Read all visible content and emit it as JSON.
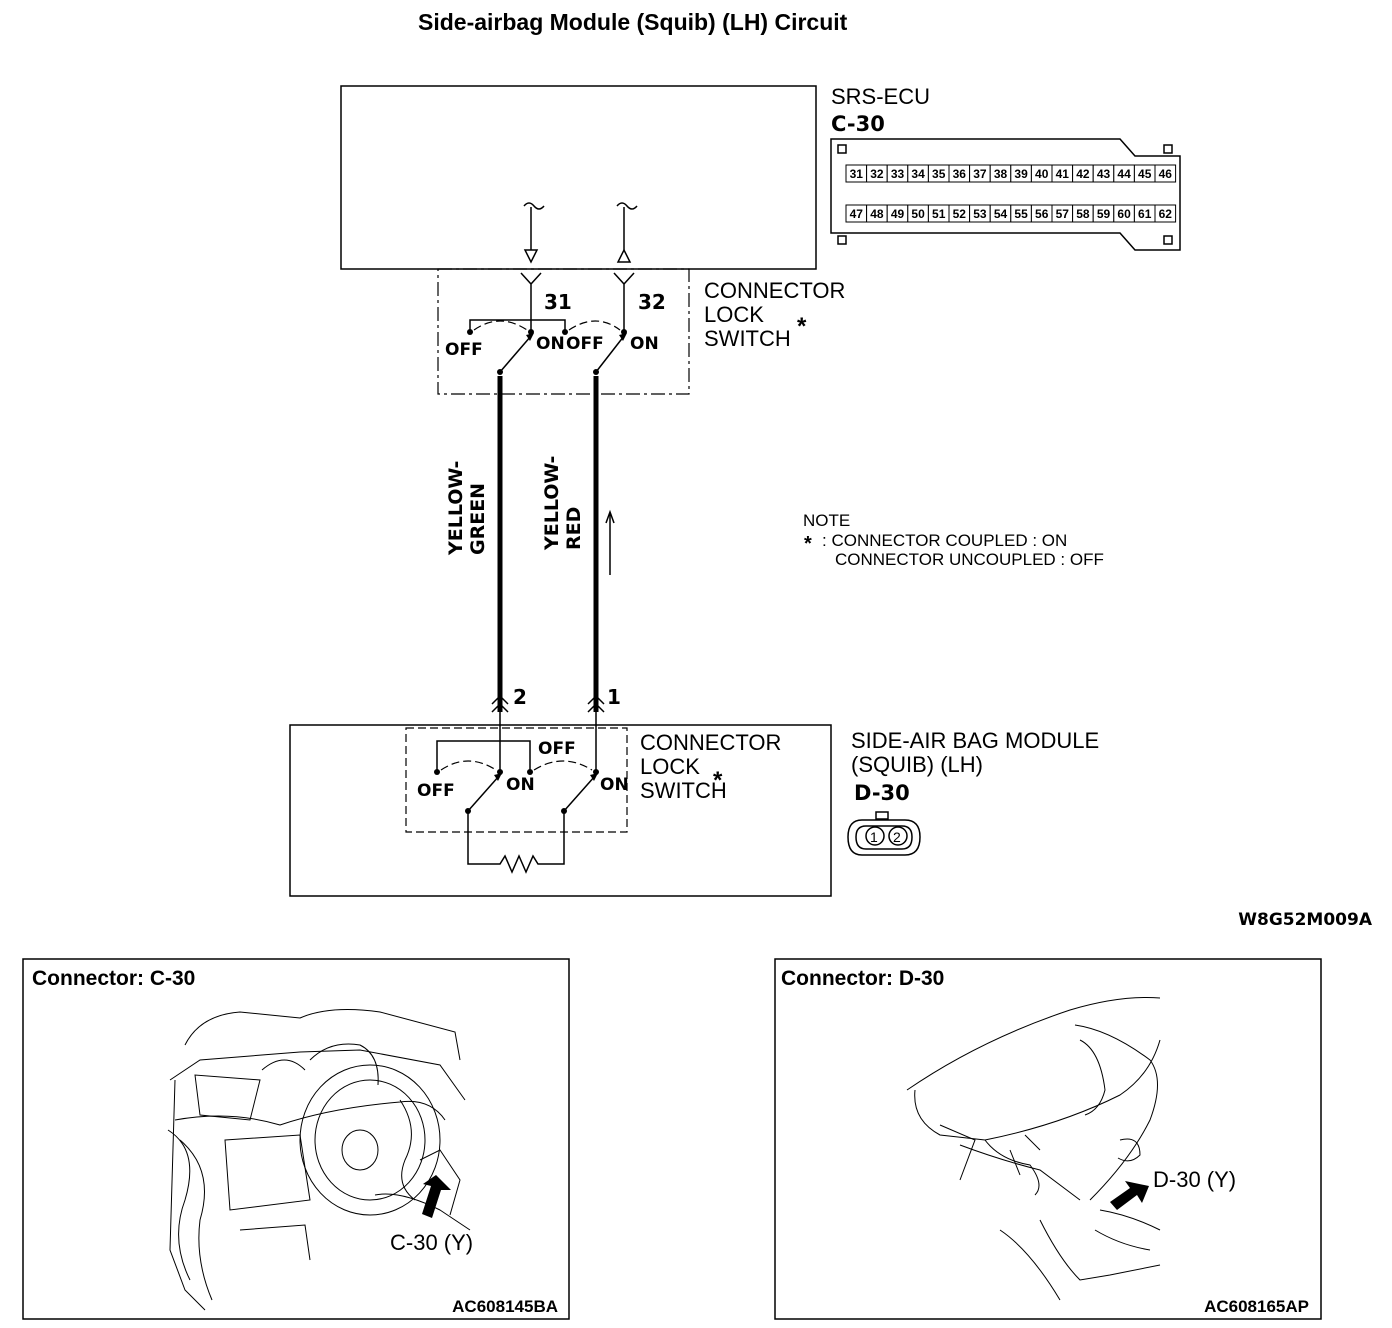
{
  "title": "Side-airbag Module (Squib) (LH) Circuit",
  "ecu": {
    "name": "SRS-ECU",
    "connector_id": "C-30",
    "pins_top": [
      "31",
      "32",
      "33",
      "34",
      "35",
      "36",
      "37",
      "38",
      "39",
      "40",
      "41",
      "42",
      "43",
      "44",
      "45",
      "46"
    ],
    "pins_bottom": [
      "47",
      "48",
      "49",
      "50",
      "51",
      "52",
      "53",
      "54",
      "55",
      "56",
      "57",
      "58",
      "59",
      "60",
      "61",
      "62"
    ],
    "terminal_a": "31",
    "terminal_b": "32"
  },
  "lock_switch": {
    "line1": "CONNECTOR",
    "line2": "LOCK",
    "line3": "SWITCH",
    "asterisk": "*",
    "off": "OFF",
    "on": "ON"
  },
  "wires": {
    "left_line1": "YELLOW-",
    "left_line2": "GREEN",
    "right_line1": "YELLOW-",
    "right_line2": "RED"
  },
  "note": {
    "title": "NOTE",
    "asterisk": "*",
    "line1": ": CONNECTOR COUPLED : ON",
    "line2": "CONNECTOR UNCOUPLED : OFF"
  },
  "module": {
    "name_line1": "SIDE-AIR BAG MODULE",
    "name_line2": "(SQUIB) (LH)",
    "connector_id": "D-30",
    "pin_left": "2",
    "pin_right": "1",
    "pin_icon_1": "1",
    "pin_icon_2": "2"
  },
  "diagram_code": "W8G52M009A",
  "panel_left": {
    "title": "Connector: C-30",
    "callout": "C-30 (Y)",
    "code": "AC608145BA"
  },
  "panel_right": {
    "title": "Connector: D-30",
    "callout": "D-30 (Y)",
    "code": "AC608165AP"
  }
}
